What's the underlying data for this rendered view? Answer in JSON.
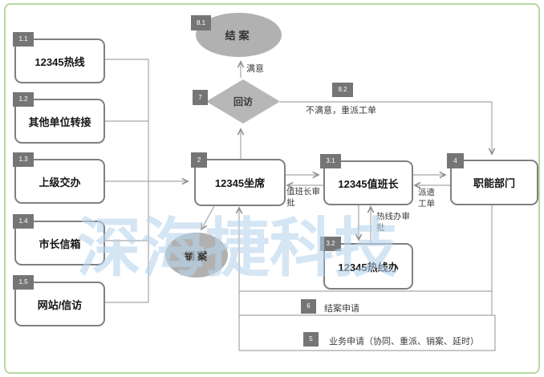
{
  "flowchart": {
    "watermark": "深海捷科技",
    "sources": [
      {
        "badge": "1.1",
        "label": "12345热线"
      },
      {
        "badge": "1.2",
        "label": "其他单位转接"
      },
      {
        "badge": "1.3",
        "label": "上级交办"
      },
      {
        "badge": "1.4",
        "label": "市长信箱"
      },
      {
        "badge": "1.5",
        "label": "网站/信访"
      }
    ],
    "nodes": {
      "seat": {
        "badge": "2",
        "label": "12345坐席"
      },
      "duty": {
        "badge": "3.1",
        "label": "12345值班长"
      },
      "office": {
        "badge": "3.2",
        "label": "12345热线办"
      },
      "dept": {
        "badge": "4",
        "label": "职能部门"
      },
      "close": {
        "badge": "8.1",
        "label": "结案"
      },
      "cancel": {
        "label": "销案"
      },
      "visit": {
        "badge": "7",
        "label": "回访"
      }
    },
    "edges": {
      "satisfied": "满意",
      "unsatisfied": {
        "badge": "8.2",
        "label": "不满意，重派工单"
      },
      "duty_approval": "值班长审批",
      "dispatch_order": "派遣工单",
      "office_approval": "热线办审批",
      "close_apply": {
        "badge": "6",
        "label": "结案申请"
      },
      "business_apply": {
        "badge": "5",
        "label": "业务申请（协同、重派、销案、延时）"
      }
    },
    "colors": {
      "frame_green": "#b7d9a0",
      "node_border": "#7f7f7f",
      "badge_gray": "#757575",
      "shape_fill": "#b1b1b1",
      "line_gray": "#a6a6a6",
      "watermark_blue": "#b9d4ee"
    }
  }
}
